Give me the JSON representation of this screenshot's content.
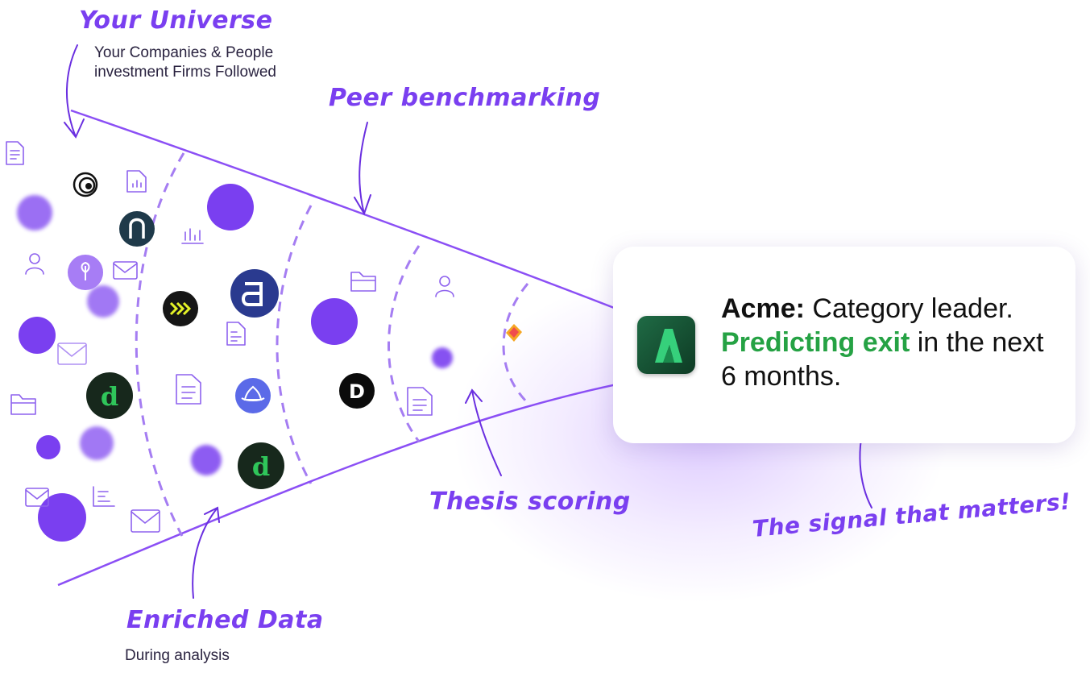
{
  "labels": {
    "universe_title": "Your Universe",
    "universe_sub_1": "Your Companies & People",
    "universe_sub_2": "investment Firms Followed",
    "peer": "Peer benchmarking",
    "enriched": "Enriched Data",
    "enriched_sub": "During analysis",
    "thesis": "Thesis scoring",
    "signal": "The signal that matters!"
  },
  "card": {
    "brand": "Acme:",
    "text_1": " Category leader.",
    "highlight": "Predicting exit",
    "text_2": " in the next 6 months."
  },
  "colors": {
    "accent": "#7a3ff0",
    "dot": "#7a3ff0",
    "highlight": "#25a244"
  },
  "icons": [
    "document-icon",
    "chart-document-icon",
    "person-icon",
    "mail-icon",
    "folder-icon",
    "bar-chart-icon",
    "list-icon"
  ]
}
